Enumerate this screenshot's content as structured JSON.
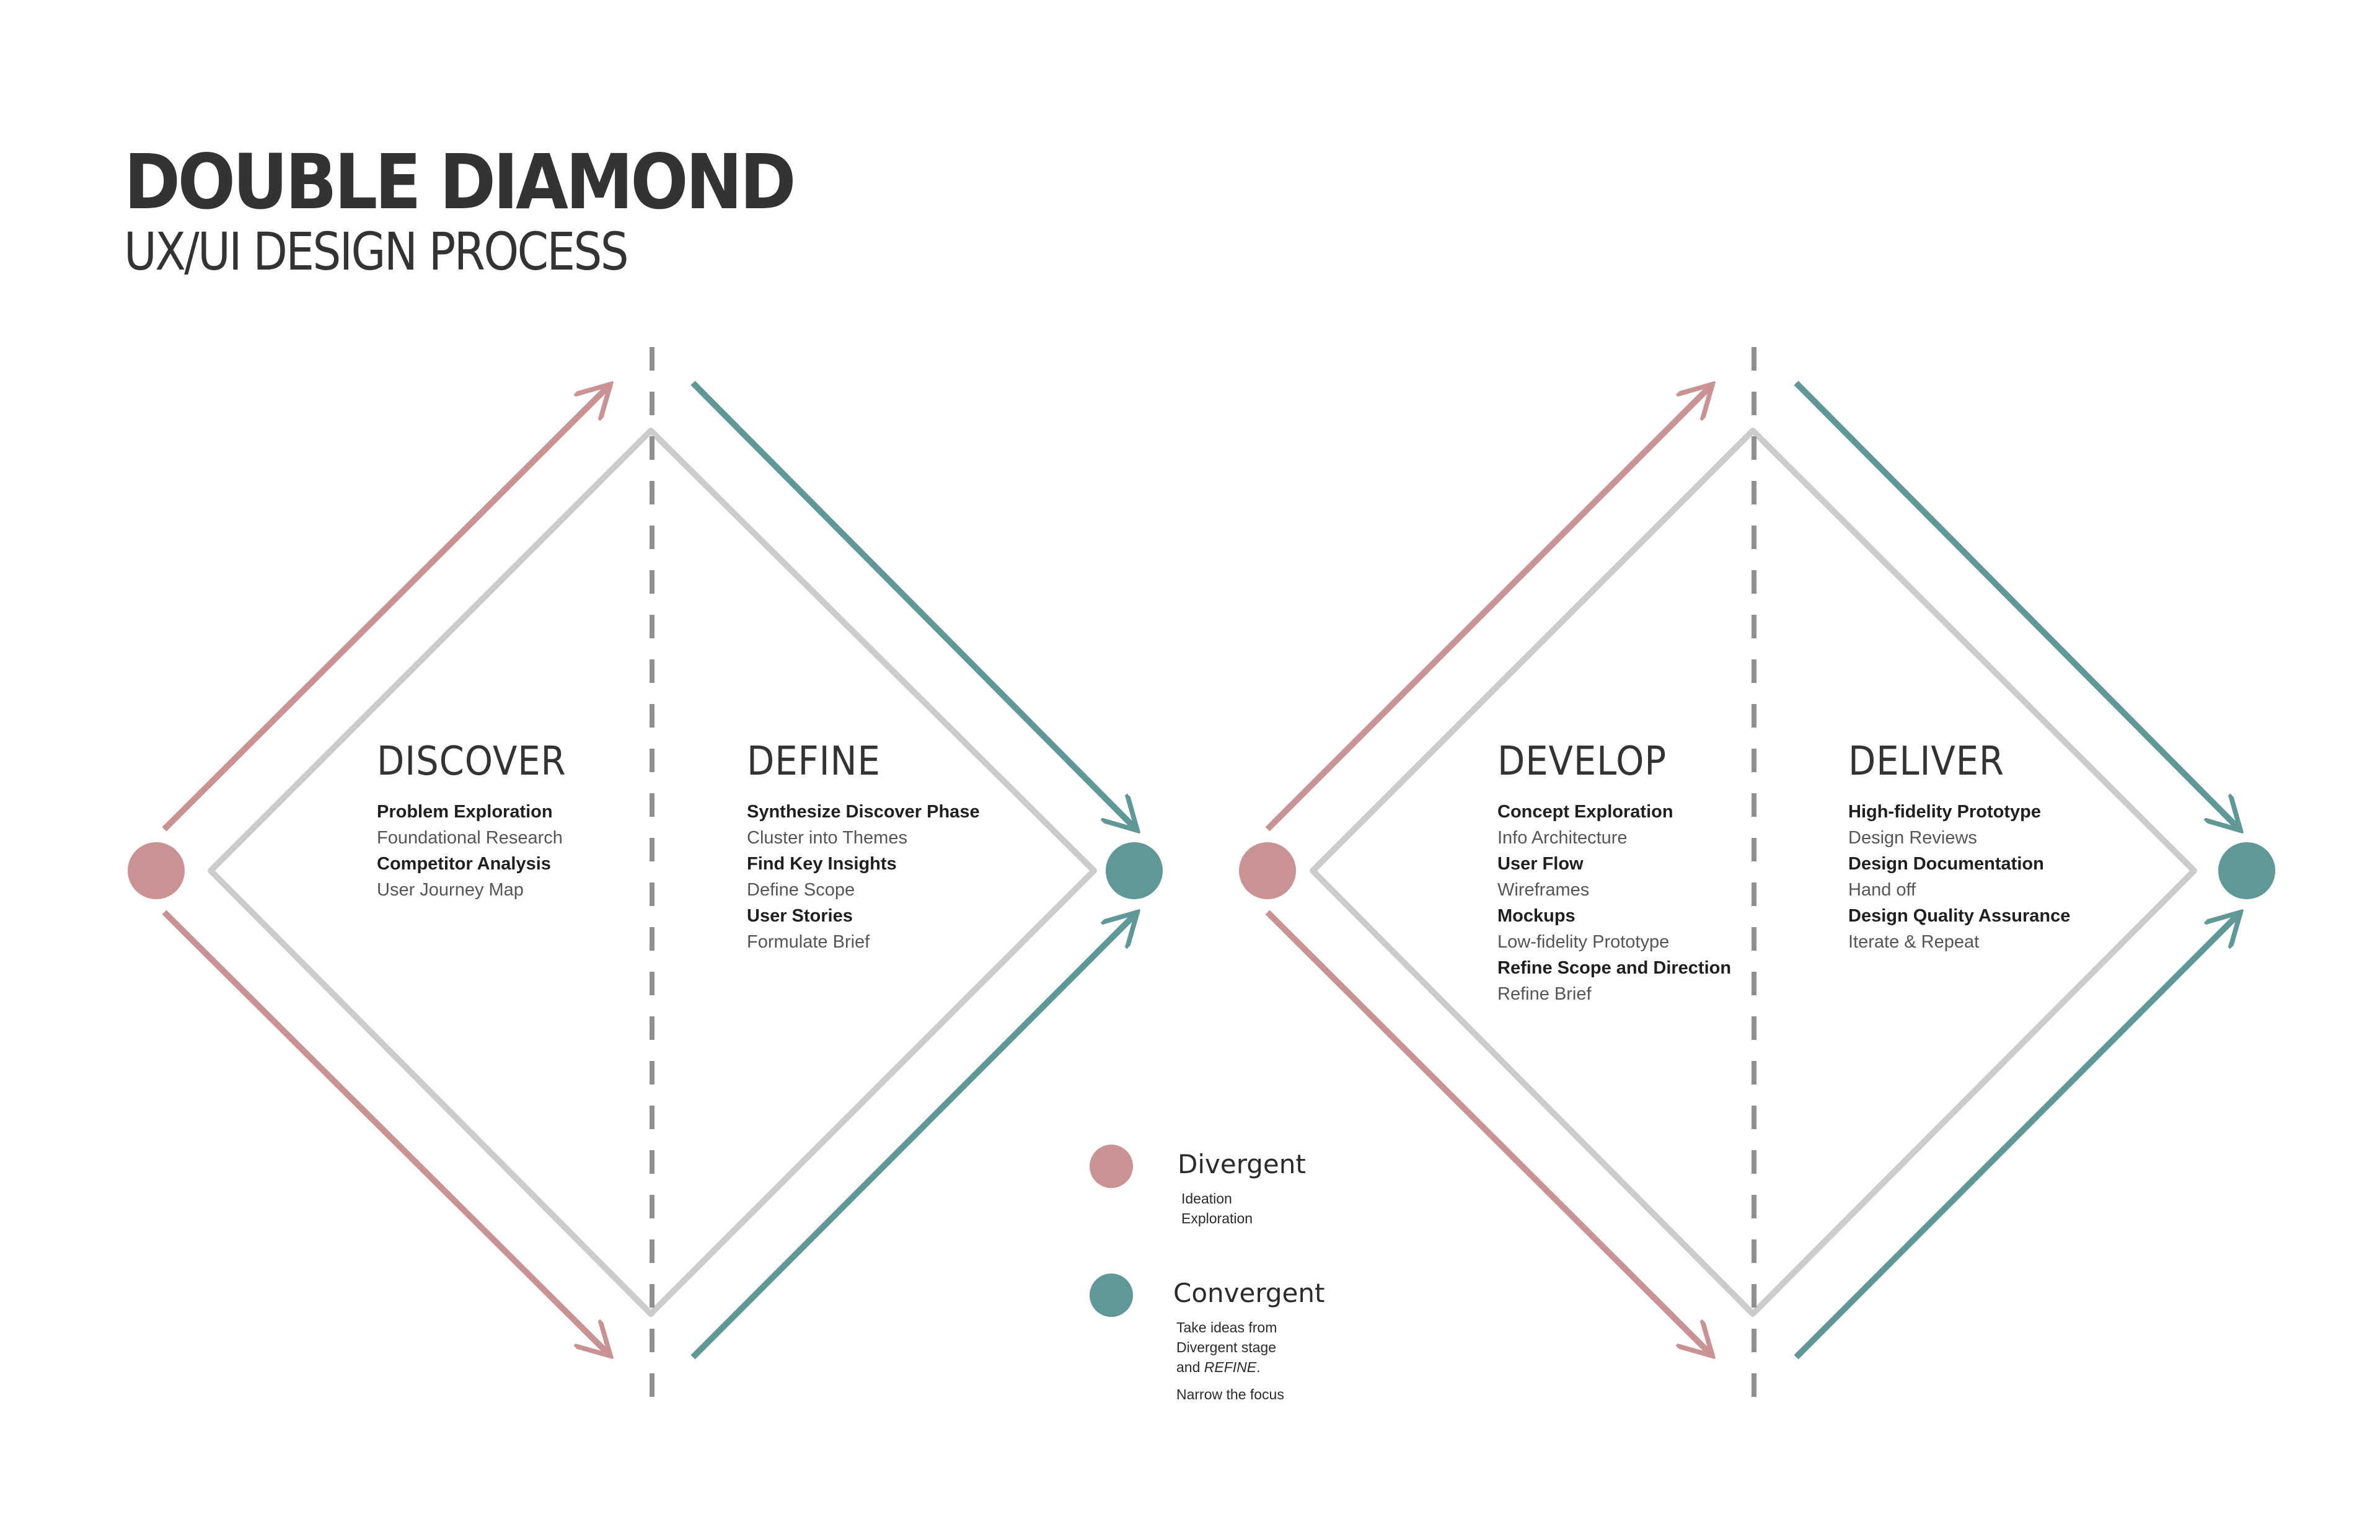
{
  "header": {
    "title": "DOUBLE DIAMOND",
    "subtitle": "UX/UI DESIGN PROCESS"
  },
  "colors": {
    "divergent": "#c99393",
    "convergent": "#5f9896",
    "diamond_outline": "#cccccc",
    "divider": "#8f8f8f",
    "text": "#333333"
  },
  "phases": [
    {
      "title": "DISCOVER",
      "items": [
        {
          "text": "Problem Exploration",
          "strong": true
        },
        {
          "text": "Foundational Research",
          "strong": false
        },
        {
          "text": "Competitor Analysis",
          "strong": true
        },
        {
          "text": "User Journey Map",
          "strong": false
        }
      ]
    },
    {
      "title": "DEFINE",
      "items": [
        {
          "text": "Synthesize Discover Phase",
          "strong": true
        },
        {
          "text": "Cluster into Themes",
          "strong": false
        },
        {
          "text": "Find Key Insights",
          "strong": true
        },
        {
          "text": "Define Scope",
          "strong": false
        },
        {
          "text": "User Stories",
          "strong": true
        },
        {
          "text": "Formulate Brief",
          "strong": false
        }
      ]
    },
    {
      "title": "DEVELOP",
      "items": [
        {
          "text": "Concept Exploration",
          "strong": true
        },
        {
          "text": "Info Architecture",
          "strong": false
        },
        {
          "text": "User Flow",
          "strong": true
        },
        {
          "text": "Wireframes",
          "strong": false
        },
        {
          "text": "Mockups",
          "strong": true
        },
        {
          "text": "Low-fidelity Prototype",
          "strong": false
        },
        {
          "text": "Refine Scope and Direction",
          "strong": true
        },
        {
          "text": "Refine Brief",
          "strong": false
        }
      ]
    },
    {
      "title": "DELIVER",
      "items": [
        {
          "text": "High-fidelity Prototype",
          "strong": true
        },
        {
          "text": "Design Reviews",
          "strong": false
        },
        {
          "text": "Design Documentation",
          "strong": true
        },
        {
          "text": "Hand off",
          "strong": false
        },
        {
          "text": "Design Quality Assurance",
          "strong": true
        },
        {
          "text": "Iterate & Repeat",
          "strong": false
        }
      ]
    }
  ],
  "legend": {
    "divergent": {
      "label": "Divergent",
      "lines": [
        "Ideation",
        "Exploration"
      ]
    },
    "convergent": {
      "label": "Convergent",
      "line1": "Take ideas from",
      "line2": "Divergent stage",
      "line3_prefix": "and ",
      "line3_emph": "REFINE",
      "line3_suffix": ".",
      "line4": "Narrow the focus"
    }
  }
}
